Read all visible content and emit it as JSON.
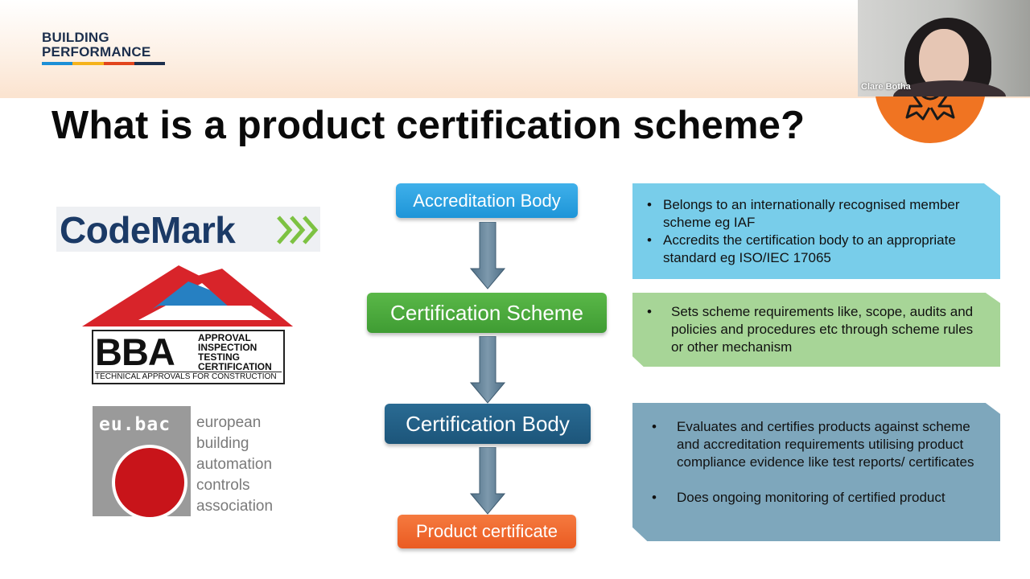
{
  "header": {
    "brand_line1": "BUILDING",
    "brand_line2": "PERFORMANCE",
    "brand_bar_colors": [
      "#1c8fd6",
      "#f5b21b",
      "#e2451c",
      "#1c2f4d"
    ]
  },
  "slide": {
    "title": "What is a product certification scheme?",
    "logos": {
      "codemark": "CodeMark",
      "bba": {
        "letters": "BBA",
        "lines": [
          "APPROVAL",
          "INSPECTION",
          "TESTING",
          "CERTIFICATION"
        ],
        "tagline": "TECHNICAL APPROVALS FOR CONSTRUCTION"
      },
      "eubac": {
        "name": "eu.bac",
        "words": [
          "european",
          "building",
          "automation",
          "controls",
          "association"
        ]
      }
    },
    "flow": {
      "accreditation": "Accreditation Body",
      "scheme": "Certification Scheme",
      "body": "Certification Body",
      "product": "Product certificate"
    },
    "panels": {
      "accreditation": [
        "Belongs to an internationally recognised member scheme eg IAF",
        "Accredits the certification body to an appropriate standard eg ISO/IEC 17065"
      ],
      "scheme": [
        "Sets scheme requirements like, scope,  audits and policies and procedures etc through scheme rules or other mechanism"
      ],
      "body": [
        "Evaluates and certifies products against scheme and accreditation requirements utilising product compliance evidence like test reports/ certificates",
        "Does ongoing monitoring of certified product"
      ]
    },
    "bullet": "•"
  },
  "video": {
    "participant_name": "Clare Botha"
  },
  "icons": {
    "badge": "award-ribbon-icon",
    "chevrons": "chevron-right-icon",
    "arrows": "arrow-down-icon"
  }
}
